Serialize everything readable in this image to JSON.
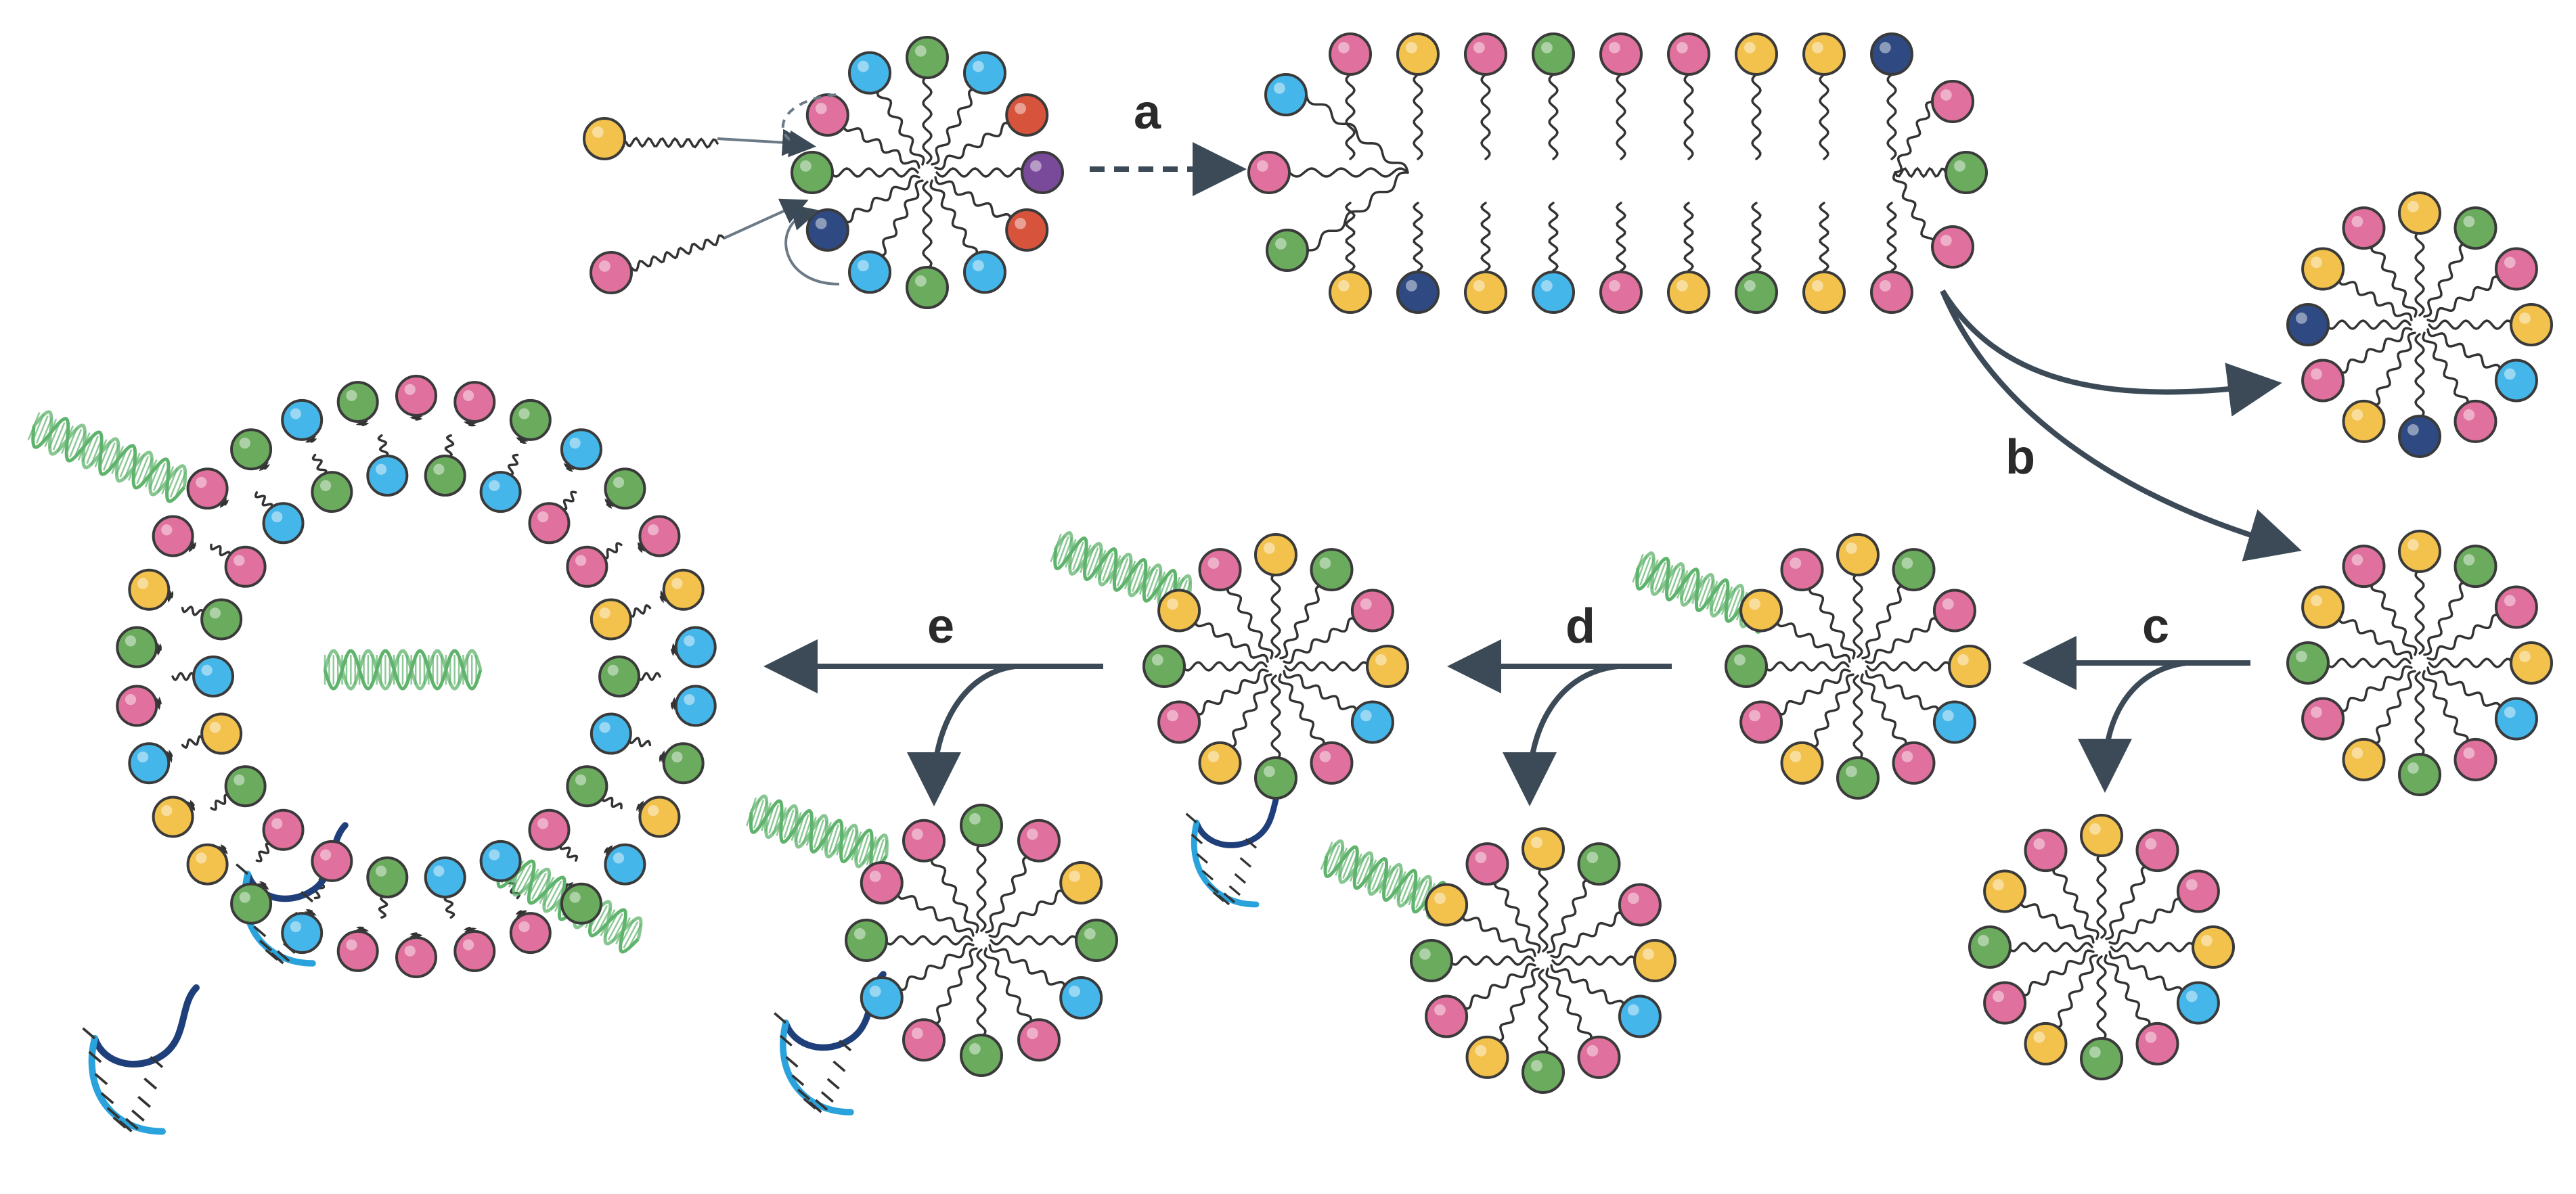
{
  "diagram": {
    "step_labels": {
      "a": "a",
      "b": "b",
      "c": "c",
      "d": "d",
      "e": "e"
    },
    "colors": {
      "pink": "#e0709d",
      "yellow": "#f3c24d",
      "green": "#6aab5d",
      "cyan": "#45b6ea",
      "navy": "#2f4a82",
      "red": "#d8533c",
      "purple": "#7a4a9a",
      "arrow": "#3b4a56",
      "chain": "#333333",
      "helix": "#5fb36c",
      "rna_dark": "#1f3f7a",
      "rna_light": "#2aa3dc",
      "stroke": "#3a3a3a"
    }
  }
}
